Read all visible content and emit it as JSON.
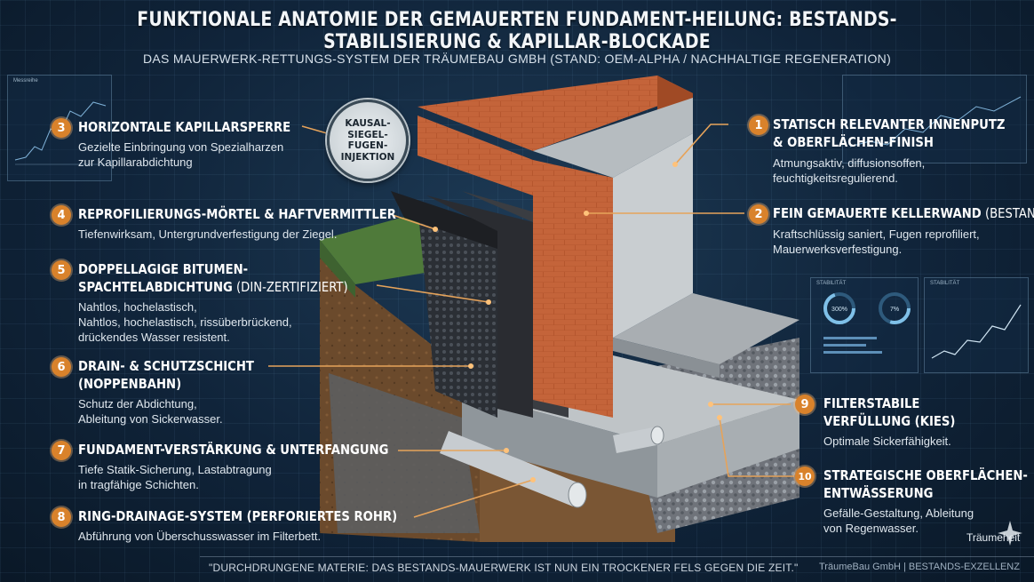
{
  "title": "FUNKTIONALE ANATOMIE DER GEMAUERTEN FUNDAMENT-HEILUNG: BESTANDS-STABILISIERUNG & KAPILLAR-BLOCKADE",
  "subtitle": "DAS MAUERWERK-RETTUNGS-SYSTEM DER TRÄUMEBAU GMBH (STAND: OEM-ALPHA / NACHHALTIGE REGENERATION)",
  "badge": "KAUSAL-\nSIEGEL-\nFUGEN-\nINJEKTION",
  "callouts": [
    {
      "num": "1",
      "head1": "STATISCH RELEVANTER INNENPUTZ",
      "head2": "& OBERFLÄCHEN-FINISH",
      "desc1": "Atmungsaktiv, diffusionsoffen,",
      "desc2": "feuchtigkeitsregulierend."
    },
    {
      "num": "2",
      "head1": "FEIN GEMAUERTE KELLERWAND",
      "head1_light": " (BESTAND)",
      "desc1": "Kraftschlüssig saniert, Fugen reprofiliert,",
      "desc2": "Mauerwerksverfestigung."
    },
    {
      "num": "3",
      "head1": "HORIZONTALE KAPILLARSPERRE",
      "desc1": "Gezielte Einbringung von Spezialharzen",
      "desc2": "zur Kapillarabdichtung"
    },
    {
      "num": "4",
      "head1": "REPROFILIERUNGS-MÖRTEL & HAFTVERMITTLER",
      "desc1": "Tiefenwirksam, Untergrundverfestigung der Ziegel."
    },
    {
      "num": "5",
      "head1": "DOPPELLAGIGE BITUMEN-",
      "head2": "SPACHTELABDICHTUNG",
      "head2_light": " (DIN-ZERTIFIZIERT)",
      "desc1": "Nahtlos, hochelastisch,",
      "desc2": "Nahtlos, hochelastisch, rissüberbrückend,",
      "desc3": "drückendes Wasser resistent."
    },
    {
      "num": "6",
      "head1": "DRAIN- & SCHUTZSCHICHT",
      "head2": "(NOPPENBAHN)",
      "desc1": "Schutz der Abdichtung,",
      "desc2": "Ableitung von Sickerwasser."
    },
    {
      "num": "7",
      "head1": "FUNDAMENT-VERSTÄRKUNG & UNTERFANGUNG",
      "desc1": "Tiefe Statik-Sicherung, Lastabtragung",
      "desc2": "in tragfähige Schichten."
    },
    {
      "num": "8",
      "head1": "RING-DRAINAGE-SYSTEM (PERFORIERTES ROHR)",
      "desc1": "Abführung von Überschusswasser im Filterbett."
    },
    {
      "num": "9",
      "head1": "FILTERSTABILE",
      "head2": "VERFÜLLUNG (KIES)",
      "desc1": "Optimale Sickerfähigkeit."
    },
    {
      "num": "10",
      "head1": "STRATEGISCHE OBERFLÄCHEN-",
      "head2": "ENTWÄSSERUNG",
      "desc1": "Gefälle-Gestaltung, Ableitung",
      "desc2": "von Regenwasser."
    }
  ],
  "footer": {
    "quote": "\"DURCHDRUNGENE MATERIE: DAS BESTANDS-MAUERWERK IST NUN EIN TROCKENER FELS GEGEN DIE ZEIT.\"",
    "brand": "TräumeBau GmbH | BESTANDS-EXZELLENZ"
  },
  "watermark": "Träumeheit",
  "panels": {
    "left_title": "Messreihe",
    "right_title": "STABILITÄT",
    "right_title2": "STABILITÄT",
    "gauge1": "300%",
    "gauge2": "7%"
  },
  "colors": {
    "accent": "#d9822b",
    "brick": "#b5562e",
    "background": "#10243a"
  }
}
